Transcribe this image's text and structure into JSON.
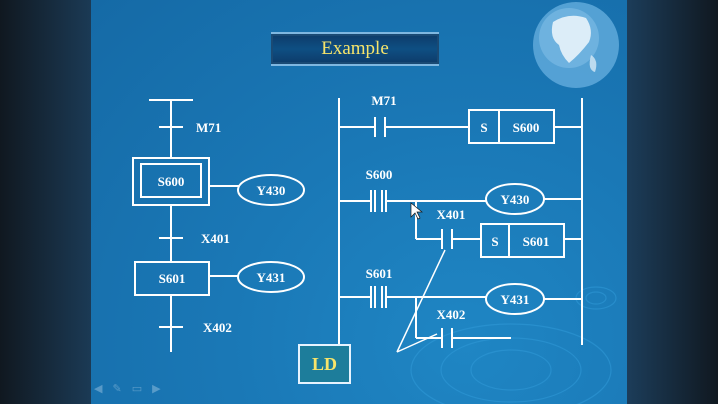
{
  "slide": {
    "title": "Example"
  },
  "sfc": {
    "steps": [
      "S600",
      "S601"
    ],
    "transitions": [
      "M71",
      "X401",
      "X402"
    ],
    "outputs": [
      "Y430",
      "Y431"
    ]
  },
  "ladder": {
    "contacts": {
      "m71": "M71",
      "s600": "S600",
      "x401": "X401",
      "s601": "S601",
      "x402": "X402"
    },
    "set_blocks": [
      {
        "s": "S",
        "label": "S600"
      },
      {
        "s": "S",
        "label": "S601"
      }
    ],
    "coils": [
      "Y430",
      "Y431"
    ]
  },
  "callout": {
    "label": "LD"
  },
  "colors": {
    "background": "#1a78b6",
    "title_text": "#f7e46a",
    "line": "#ffffff"
  },
  "nav": {
    "icons": [
      "back-icon",
      "pen-icon",
      "screen-icon",
      "forward-icon"
    ]
  }
}
